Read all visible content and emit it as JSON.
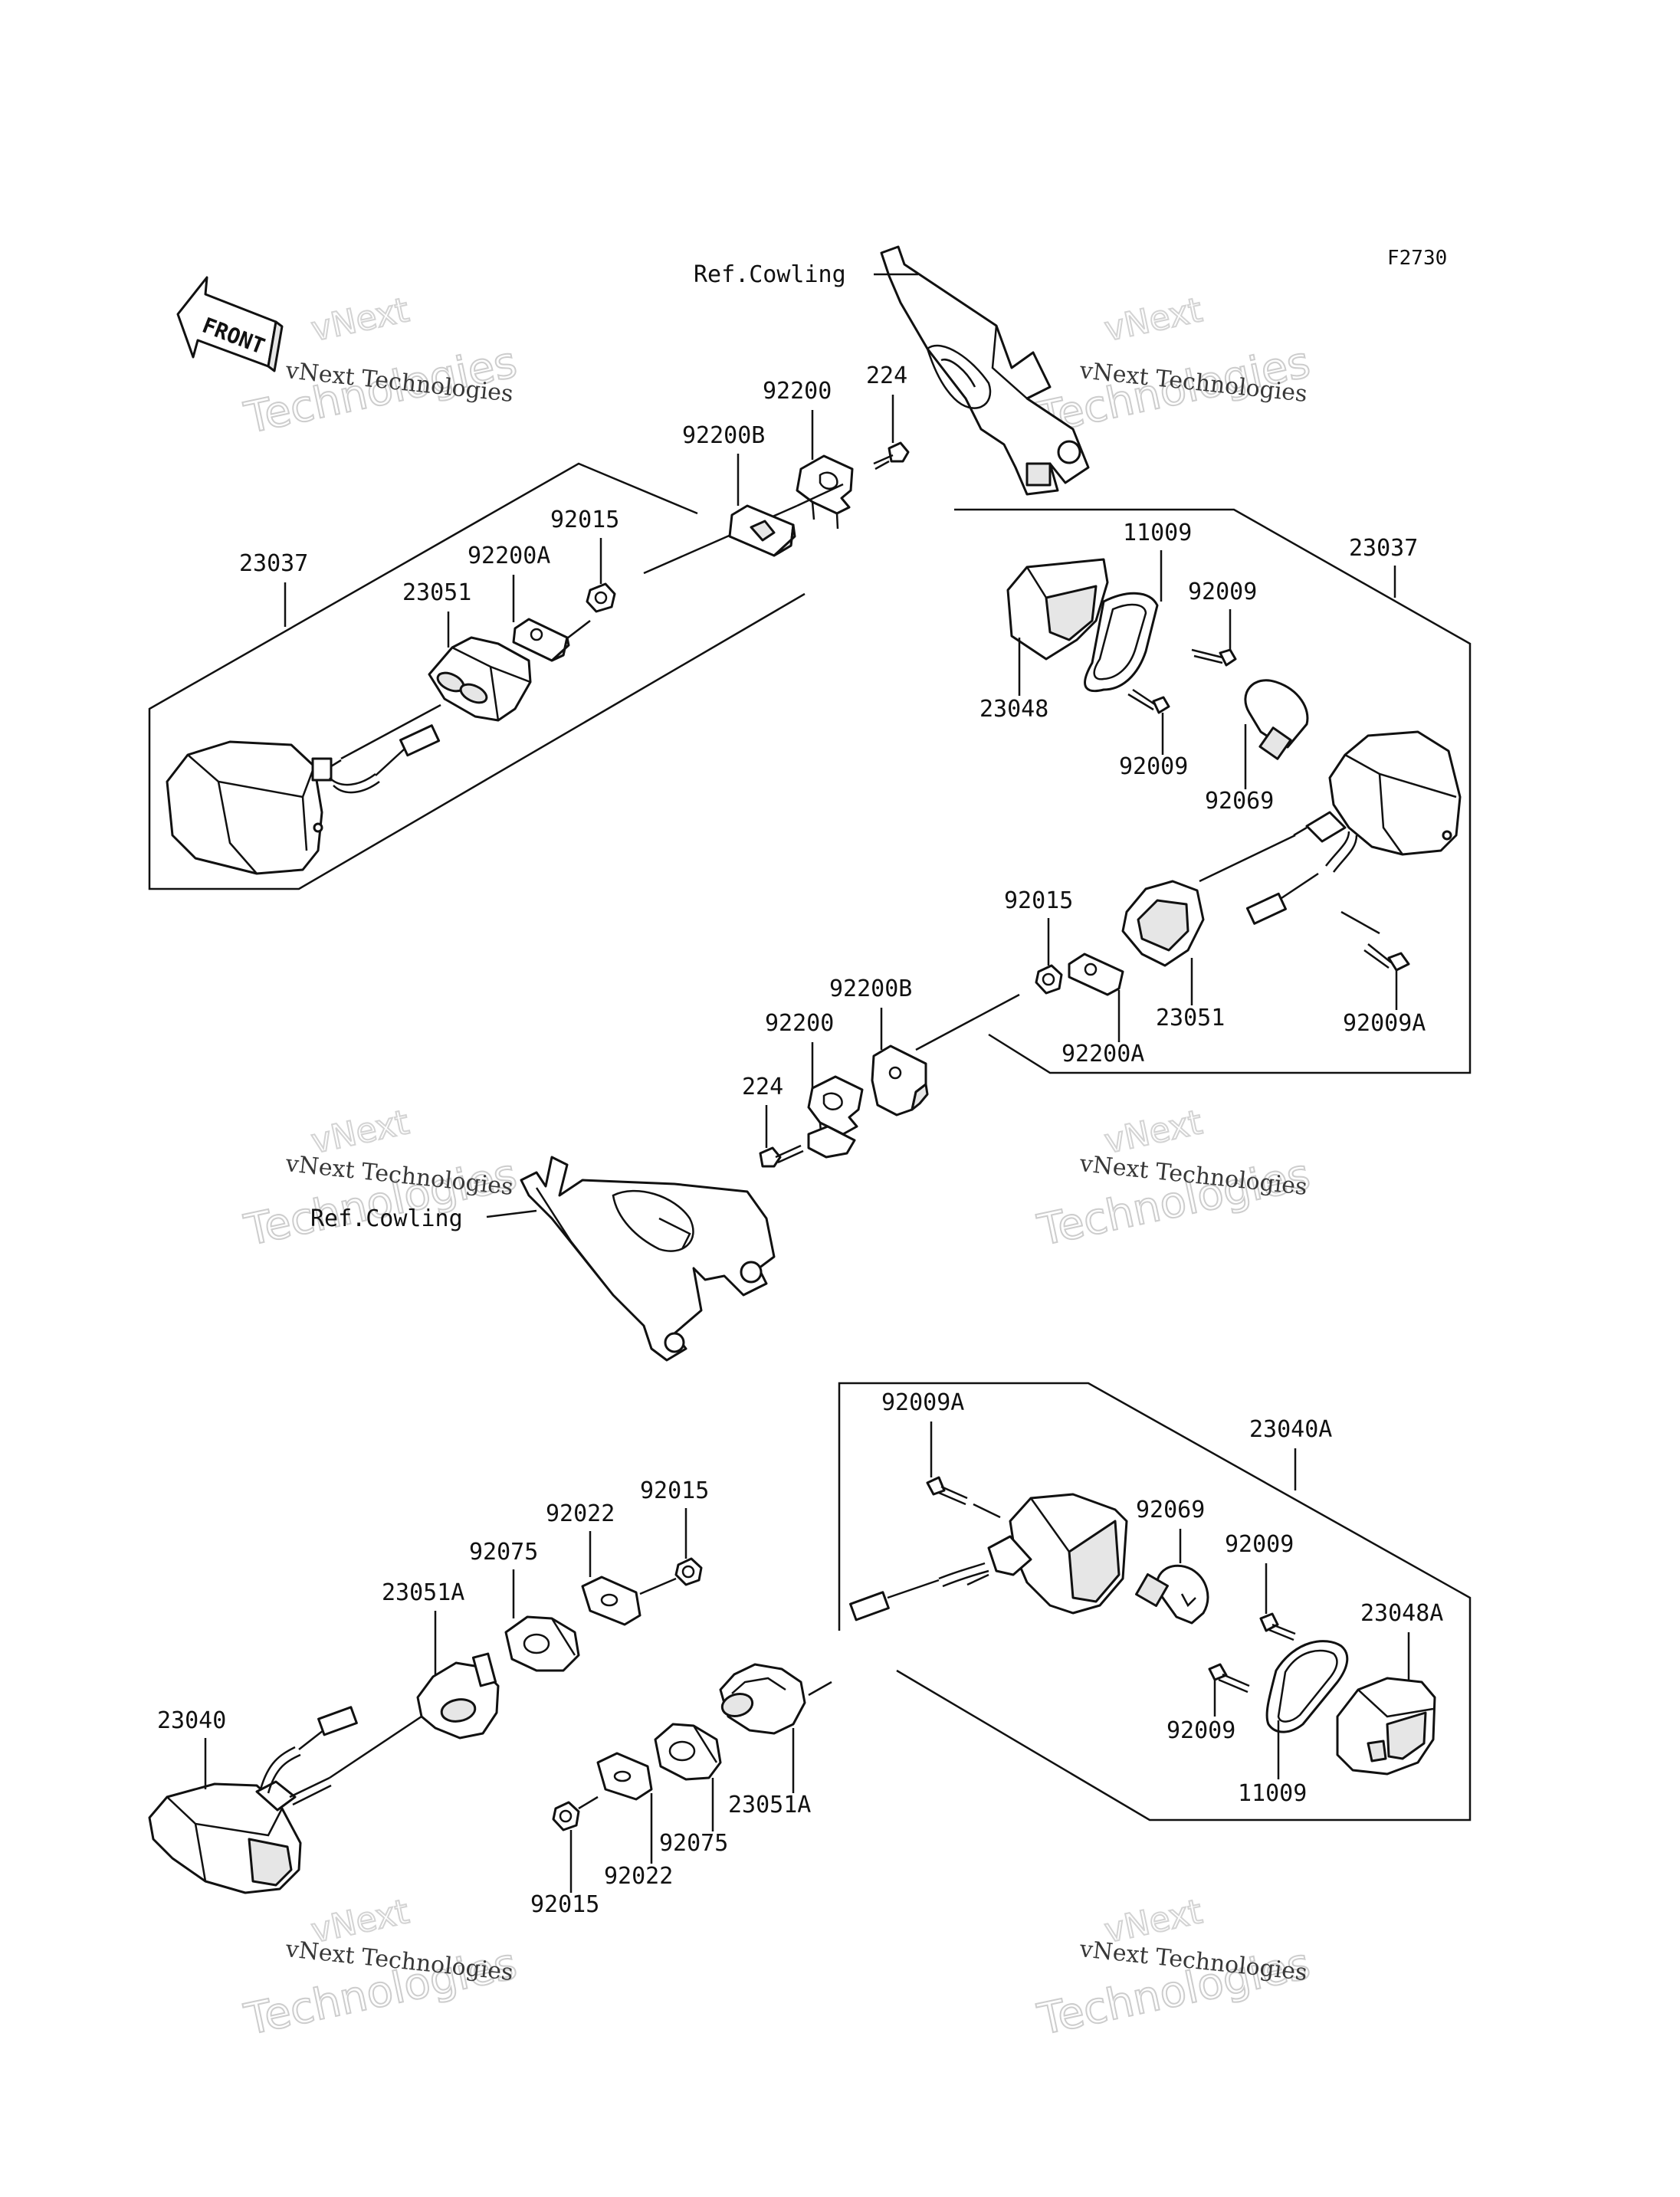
{
  "figure_code": "F2730",
  "front_label": "FRONT",
  "ref_cowling": "Ref.Cowling",
  "watermark": {
    "line1": "vNext",
    "line2": "vNext Technologies",
    "line3": "Technologies"
  },
  "callouts": {
    "c224_top": "224",
    "c92200_top": "92200",
    "c92200B_top": "92200B",
    "c92015_tl": "92015",
    "c92200A_tl": "92200A",
    "c23051_tl": "23051",
    "c23037_tl": "23037",
    "c11009_r": "11009",
    "c23037_r": "23037",
    "c92009_r1": "92009",
    "c23048_r": "23048",
    "c92009_r2": "92009",
    "c92069_r": "92069",
    "c92015_r": "92015",
    "c23051_r": "23051",
    "c92200A_r": "92200A",
    "c92009A_r": "92009A",
    "c92200B_mid": "92200B",
    "c92200_mid": "92200",
    "c224_mid": "224",
    "c92009A_b": "92009A",
    "c23040A": "23040A",
    "c92069_b": "92069",
    "c92009_b1": "92009",
    "c23048A": "23048A",
    "c92009_b2": "92009",
    "c11009_b": "11009",
    "c92022_top": "92022",
    "c92015_bt": "92015",
    "c92075_top": "92075",
    "c23051A_l": "23051A",
    "c23040": "23040",
    "c23051A_r": "23051A",
    "c92075_bot": "92075",
    "c92022_bot": "92022",
    "c92015_bot": "92015"
  }
}
